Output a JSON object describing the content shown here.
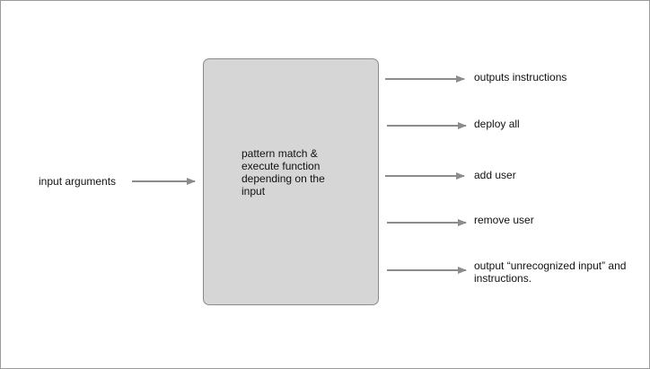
{
  "input": {
    "label": "input arguments"
  },
  "process": {
    "label": "pattern match &\nexecute function\ndepending on the\ninput"
  },
  "outputs": [
    {
      "label": "outputs instructions"
    },
    {
      "label": " deploy all"
    },
    {
      "label": "add user"
    },
    {
      "label": "remove user"
    },
    {
      "label": "output “unrecognized input” and\ninstructions."
    }
  ],
  "colors": {
    "box_fill": "#d6d6d6",
    "box_border": "#8a8a8a",
    "arrow": "#8c8c8c",
    "frame": "#9a9a9a"
  }
}
